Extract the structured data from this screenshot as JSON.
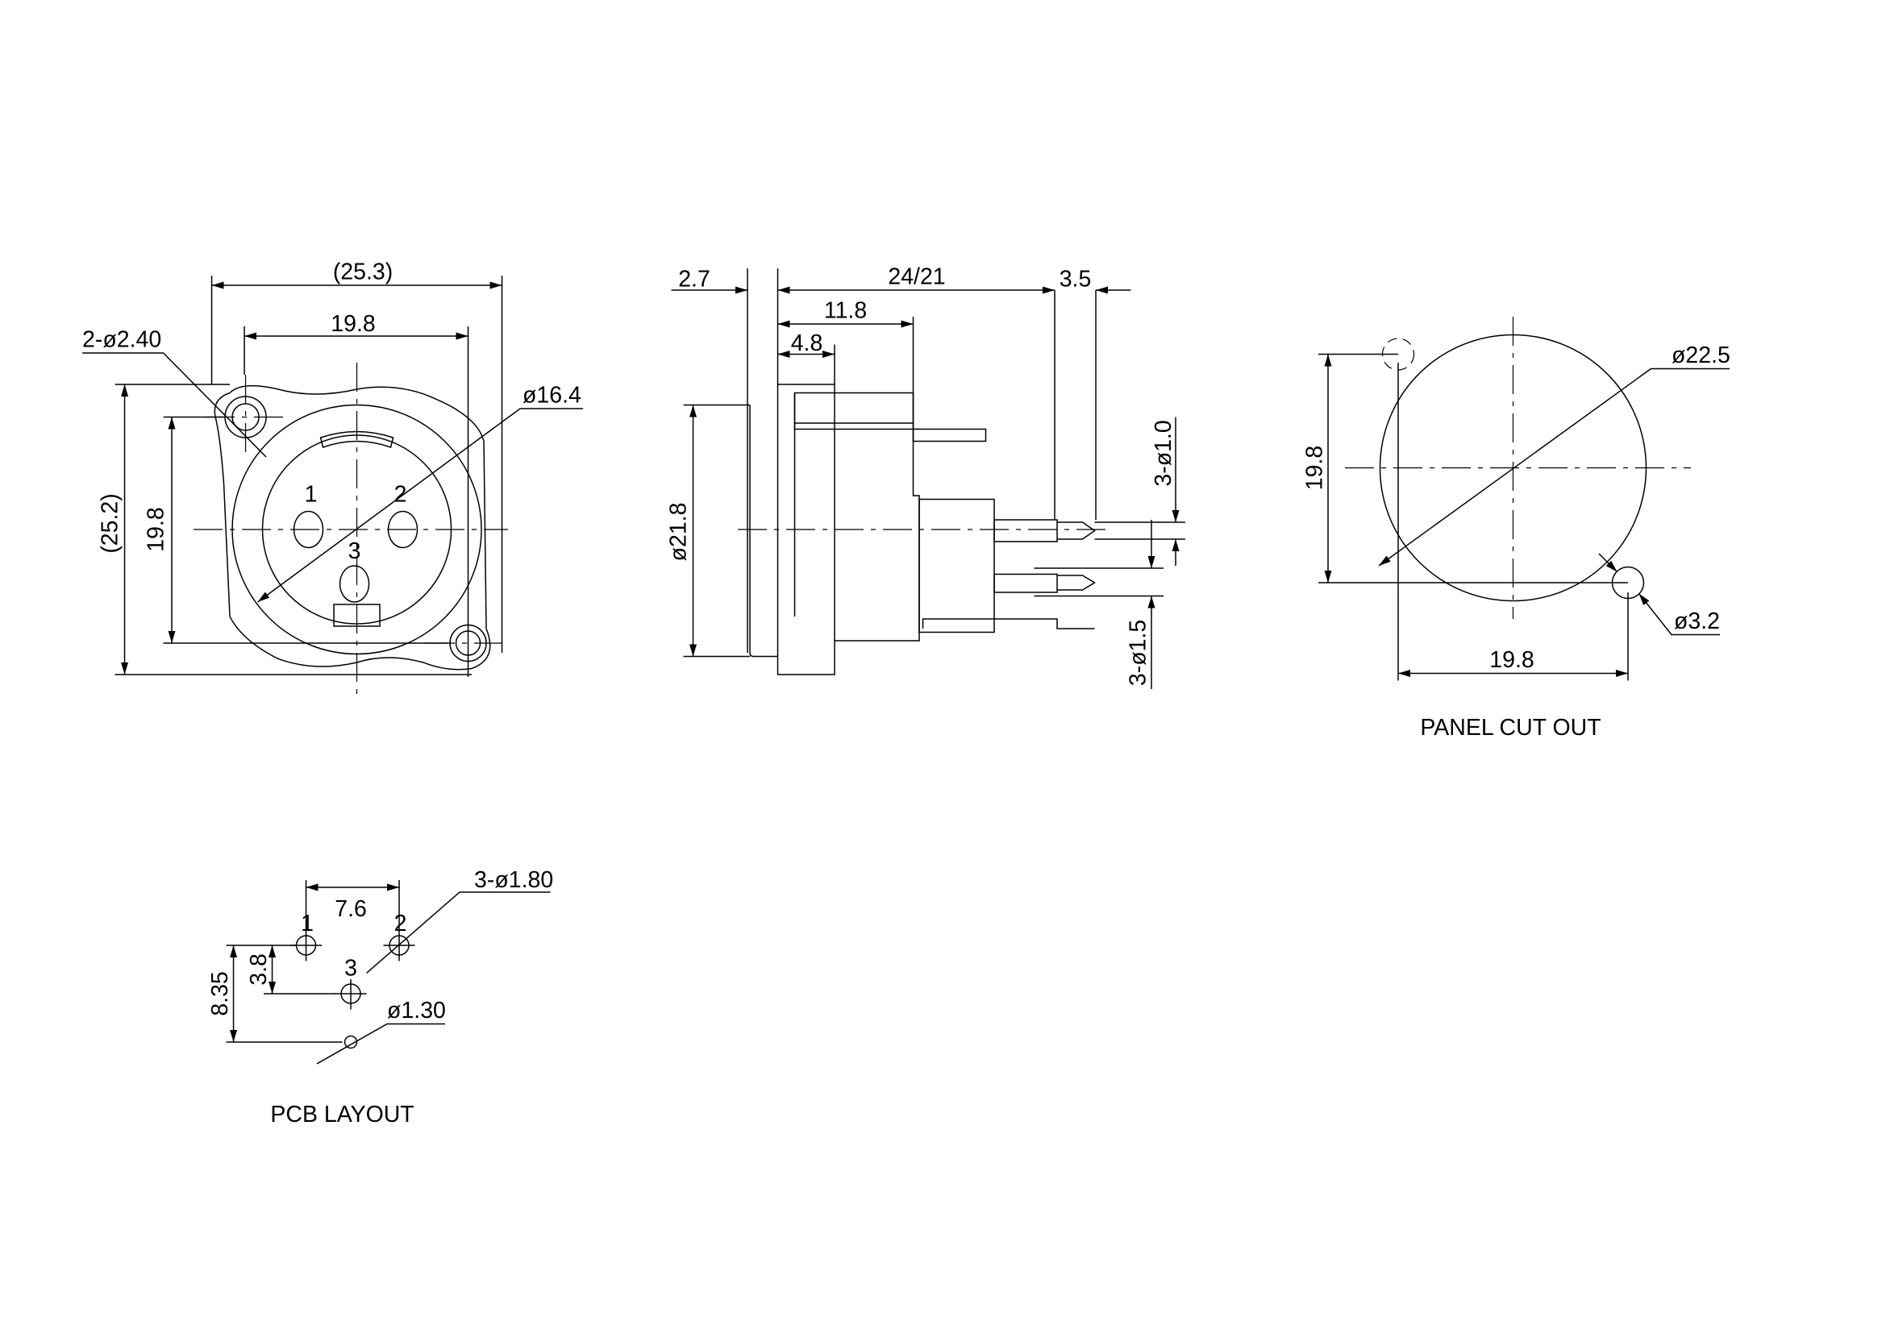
{
  "front_view": {
    "width_overall": "(25.3)",
    "hole_spacing_h": "19.8",
    "mount_holes": "2-ø2.40",
    "inner_diameter": "ø16.4",
    "height_overall": "(25.2)",
    "hole_spacing_v": "19.8",
    "pin_labels": [
      "1",
      "2",
      "3"
    ]
  },
  "side_view": {
    "flange": "2.7",
    "length": "24/21",
    "pin_tip": "3.5",
    "body": "11.8",
    "front": "4.8",
    "diameter": "ø21.8",
    "pin_dia_small": "3-ø1.0",
    "pin_dia_large": "3-ø1.5"
  },
  "panel_cutout": {
    "diameter": "ø22.5",
    "hole_spacing_v": "19.8",
    "hole_spacing_h": "19.8",
    "hole_dia": "ø3.2",
    "title": "PANEL CUT OUT"
  },
  "pcb_layout": {
    "pin_spacing": "7.6",
    "pin_holes": "3-ø1.80",
    "offset_small": "3.8",
    "offset_large": "8.35",
    "locating_hole": "ø1.30",
    "pin_labels": [
      "1",
      "2",
      "3"
    ],
    "title": "PCB LAYOUT"
  }
}
